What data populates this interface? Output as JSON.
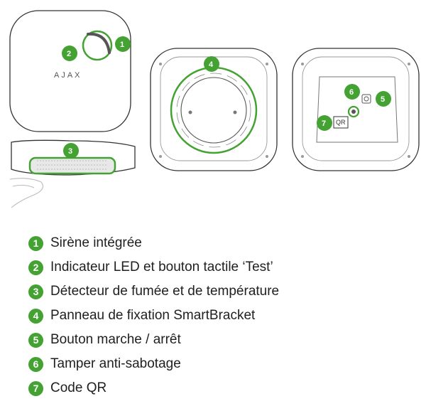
{
  "brand_logo": "AJAX",
  "qr_label": "QR",
  "colors": {
    "accent": "#43a232",
    "outline": "#333333"
  },
  "callouts": [
    "1",
    "2",
    "3",
    "4",
    "5",
    "6",
    "7"
  ],
  "legend": [
    {
      "num": "1",
      "text": "Sirène intégrée"
    },
    {
      "num": "2",
      "text": "Indicateur LED et bouton tactile ‘Test’"
    },
    {
      "num": "3",
      "text": "Détecteur de fumée et de température"
    },
    {
      "num": "4",
      "text": "Panneau de fixation SmartBracket"
    },
    {
      "num": "5",
      "text": "Bouton marche / arrêt"
    },
    {
      "num": "6",
      "text": "Tamper anti-sabotage"
    },
    {
      "num": "7",
      "text": "Code QR"
    }
  ]
}
